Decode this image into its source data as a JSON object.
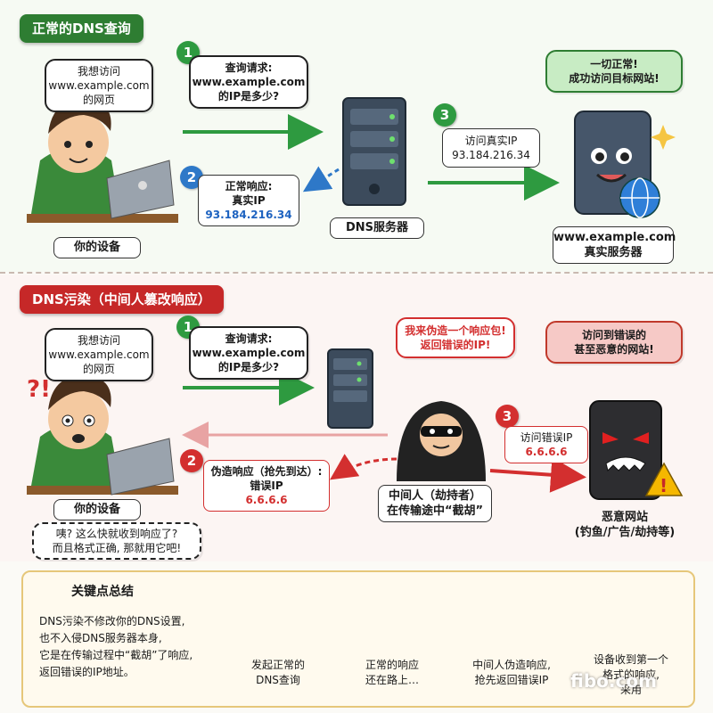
{
  "normal": {
    "title": "正常的DNS查询",
    "user_bubble": [
      "我想访问",
      "www.example.com",
      "的网页"
    ],
    "device_label": "你的设备",
    "step1_num": "1",
    "step1_text": [
      "查询请求:",
      "www.example.com",
      "的IP是多少?"
    ],
    "step2_num": "2",
    "step2_text": [
      "正常响应:",
      "真实IP"
    ],
    "step2_ip": "93.184.216.34",
    "dns_label": "DNS服务器",
    "step3_num": "3",
    "step3_text": [
      "访问真实IP",
      "93.184.216.34"
    ],
    "success_bubble": [
      "一切正常!",
      "成功访问目标网站!"
    ],
    "server_label": [
      "www.example.com",
      "真实服务器"
    ]
  },
  "poison": {
    "title": "DNS污染（中间人篡改响应）",
    "user_bubble": [
      "我想访问",
      "www.example.com",
      "的网页"
    ],
    "device_label": "你的设备",
    "device_thought": [
      "咦? 这么快就收到响应了?",
      "而且格式正确, 那就用它吧!"
    ],
    "step1_num": "1",
    "step1_text": [
      "查询请求:",
      "www.example.com",
      "的IP是多少?"
    ],
    "attacker_bubble": [
      "我来伪造一个响应包!",
      "返回错误的IP!"
    ],
    "step2_num": "2",
    "step2_text": [
      "伪造响应（抢先到达）:",
      "错误IP"
    ],
    "step2_ip": "6.6.6.6",
    "mitm_label": [
      "中间人（劫持者）",
      "在传输途中“截胡”"
    ],
    "step3_num": "3",
    "step3_text": [
      "访问错误IP",
      "6.6.6.6"
    ],
    "warn_bubble": [
      "访问到错误的",
      "甚至恶意的网站!"
    ],
    "malicious_label": [
      "恶意网站",
      "(钓鱼/广告/劫持等)"
    ]
  },
  "summary": {
    "title": "关键点总结",
    "text": [
      "DNS污染不修改你的DNS设置,",
      "也不入侵DNS服务器本身,",
      "它是在传输过程中“截胡”了响应,",
      "返回错误的IP地址。"
    ],
    "steps": [
      [
        "发起正常的",
        "DNS查询"
      ],
      [
        "正常的响应",
        "还在路上…"
      ],
      [
        "中间人伪造响应,",
        "抢先返回错误IP"
      ],
      [
        "设备收到第一个",
        "格式的响应,",
        "采用"
      ]
    ],
    "watermark": "fibo.com"
  },
  "colors": {
    "green": "#2e7d32",
    "red": "#c62828",
    "blue": "#1e63c0"
  }
}
